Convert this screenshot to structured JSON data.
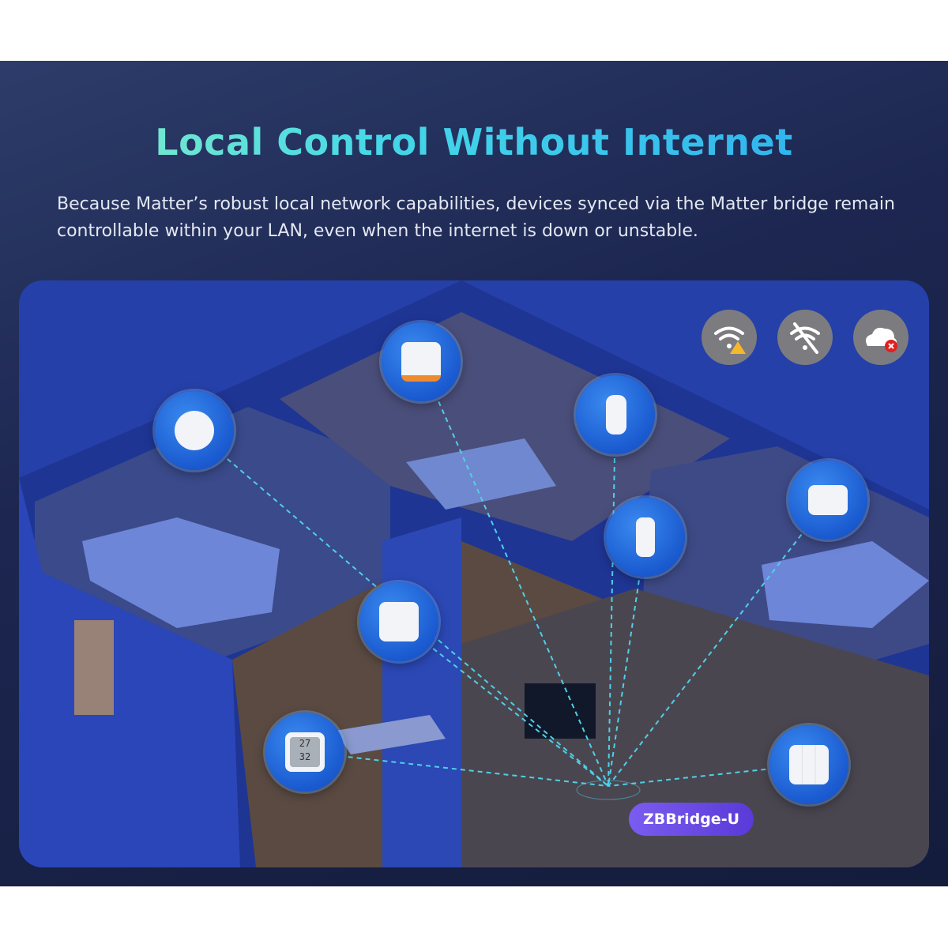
{
  "title": "Local Control Without Internet",
  "description": "Because Matter’s robust local network capabilities, devices synced via the Matter bridge remain controllable within your LAN, even when the internet is down or unstable.",
  "status_icons": [
    "wifi-warning-icon",
    "wifi-off-icon",
    "cloud-error-icon"
  ],
  "bridge_label": "ZBBridge-U",
  "sensor_display": {
    "temperature": "27",
    "humidity": "32"
  },
  "colors": {
    "link_line": "#4fd0e8",
    "badge": "#6a4ae0",
    "warning": "#f5b82a",
    "error": "#e02020"
  }
}
